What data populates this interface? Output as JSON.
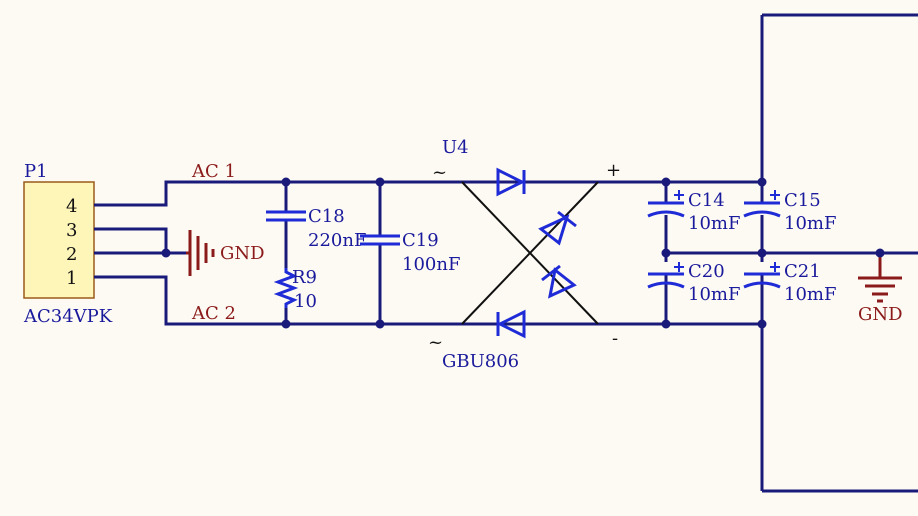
{
  "colors": {
    "wire": "#1a1a7a",
    "component": "#1e2bd6",
    "net_label": "#8b1a1a",
    "connector_fill": "#fef5b8",
    "connector_border": "#9a5a1a",
    "background": "#fdfaf3"
  },
  "connector": {
    "designator": "P1",
    "part": "AC34VPK",
    "pins": [
      "4",
      "3",
      "2",
      "1"
    ]
  },
  "nets": {
    "ac1": "AC 1",
    "ac2": "AC 2",
    "gnd_left": "GND",
    "gnd_right": "GND"
  },
  "components": {
    "c18": {
      "ref": "C18",
      "value": "220nF"
    },
    "c19": {
      "ref": "C19",
      "value": "100nF"
    },
    "r9": {
      "ref": "R9",
      "value": "10"
    },
    "bridge": {
      "ref": "U4",
      "part": "GBU806",
      "ac_in_top": "~",
      "ac_in_bottom": "~",
      "plus": "+",
      "minus": "-"
    },
    "c14": {
      "ref": "C14",
      "value": "10mF"
    },
    "c15": {
      "ref": "C15",
      "value": "10mF"
    },
    "c20": {
      "ref": "C20",
      "value": "10mF"
    },
    "c21": {
      "ref": "C21",
      "value": "10mF"
    }
  },
  "icons": [
    "ground-symbol-icon",
    "diode-icon",
    "capacitor-icon",
    "polarized-capacitor-icon",
    "resistor-icon",
    "junction-dot-icon"
  ]
}
